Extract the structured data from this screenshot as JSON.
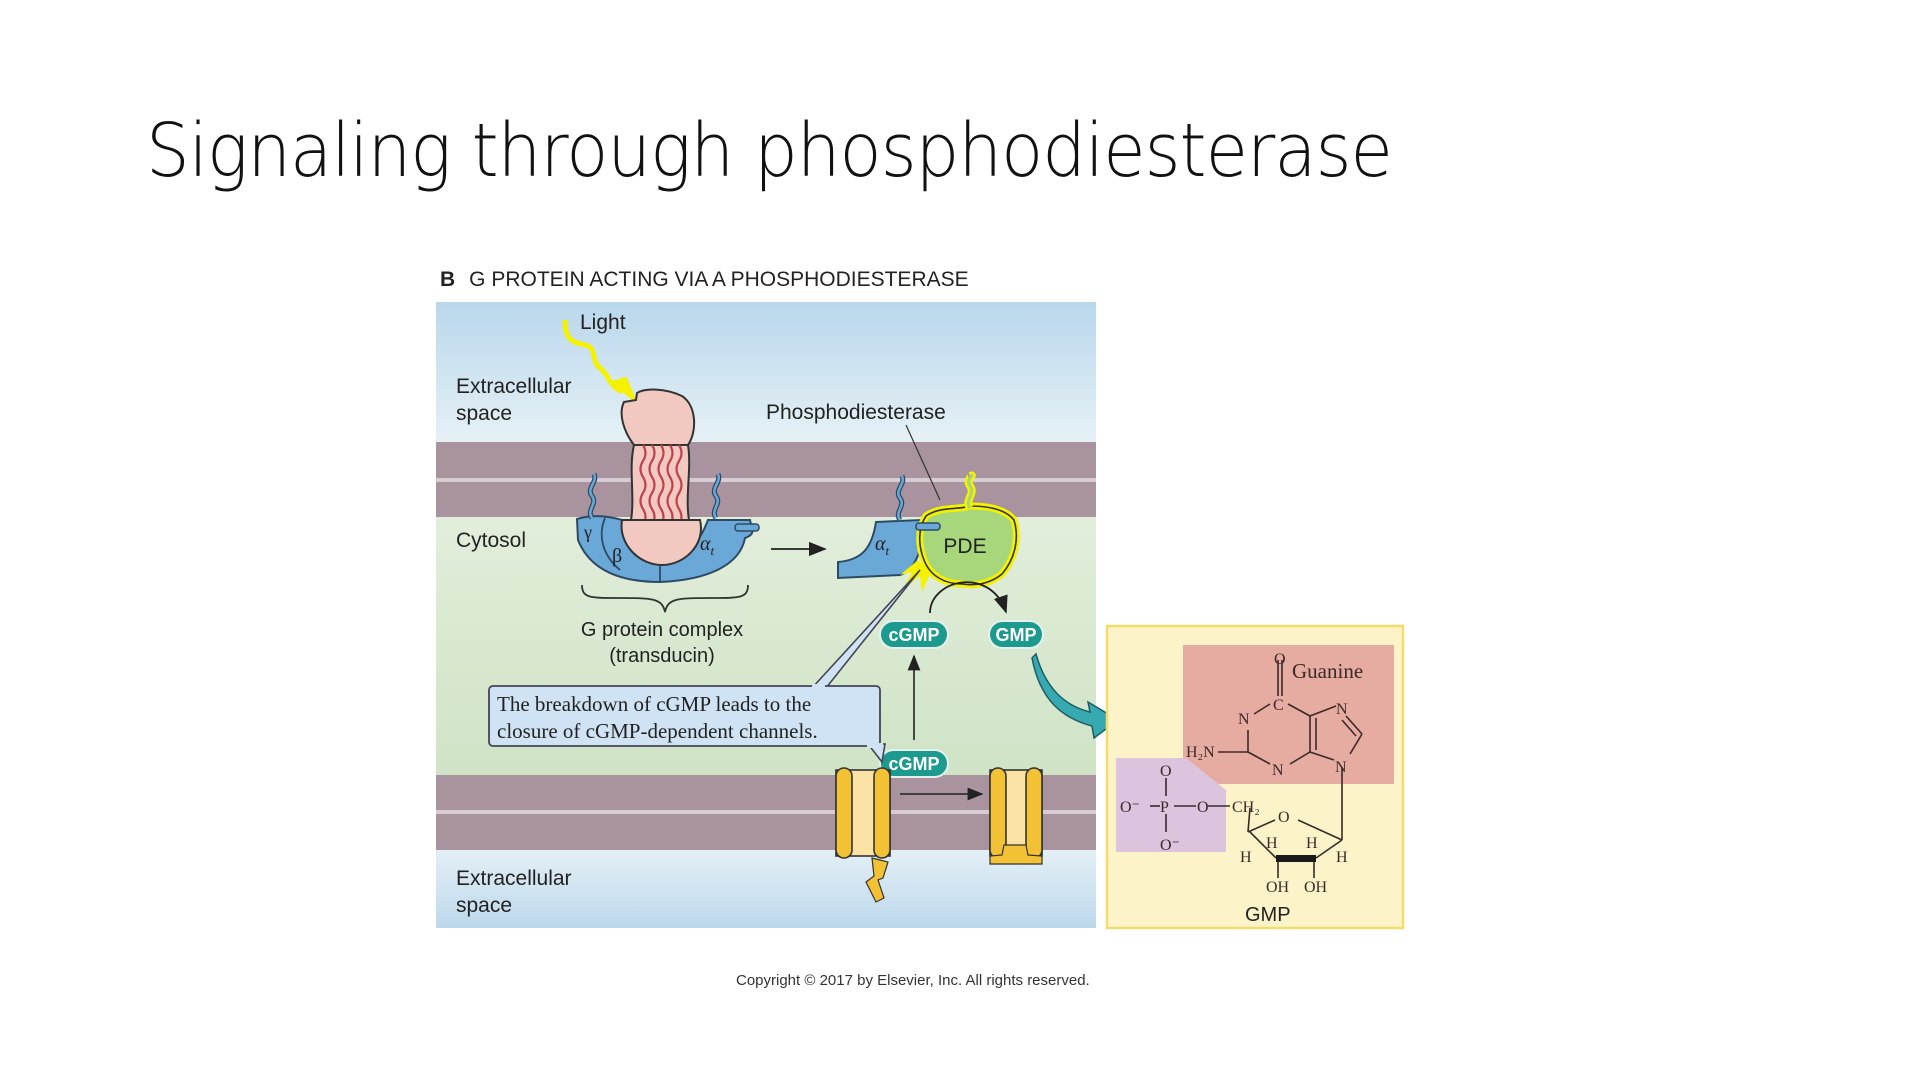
{
  "slide": {
    "title": "Signaling through phosphodiesterase"
  },
  "figure": {
    "panel_letter": "B",
    "panel_title": "G PROTEIN ACTING VIA A PHOSPHODIESTERASE",
    "labels": {
      "light": "Light",
      "extracellular_top_line1": "Extracellular",
      "extracellular_top_line2": "space",
      "cytosol": "Cytosol",
      "extracellular_bottom_line1": "Extracellular",
      "extracellular_bottom_line2": "space",
      "phosphodiesterase": "Phosphodiesterase",
      "pde": "PDE",
      "gamma": "γ",
      "beta": "β",
      "alpha_t": "α",
      "alpha_sub": "t",
      "g_protein_complex_line1": "G protein complex",
      "g_protein_complex_line2": "(transducin)",
      "cgmp_top": "cGMP",
      "gmp": "GMP",
      "cgmp_bottom": "cGMP"
    },
    "callout": {
      "line1": "The breakdown of cGMP leads to the",
      "line2": "closure of cGMP-dependent channels."
    },
    "gmp_structure": {
      "guanine_label": "Guanine",
      "molecule_label": "GMP",
      "atoms": {
        "o_carbonyl": "O",
        "c": "C",
        "n1": "N",
        "n7": "N",
        "n3": "N",
        "n9": "N",
        "h2n": "H₂N",
        "p_o_top": "O",
        "p_o_minus_left": "O⁻",
        "p": "P",
        "p_o_bridge": "O",
        "ch2": "CH₂",
        "p_o_minus_bottom": "O⁻",
        "ring_o": "O",
        "h_left": "H",
        "h_inner_left": "H",
        "h_inner_right": "H",
        "h_right": "H",
        "oh_left": "OH",
        "oh_right": "OH"
      }
    },
    "colors": {
      "extracellular_top": "#bcd9ec",
      "membrane": "#a8939f",
      "cytosol": "#d4e6cc",
      "g_protein_blue": "#6aa8d8",
      "receptor_pink": "#f1c9c0",
      "pde_green": "#a8d67a",
      "light_yellow": "#f5f200",
      "cgmp_teal": "#1c9a8e",
      "channel_gold": "#f2c234",
      "gmp_box_fill": "#fcf3c9",
      "guanine_fill": "#e6aba1",
      "phosphate_fill": "#dcc4df"
    }
  },
  "copyright": "Copyright © 2017 by Elsevier, Inc. All rights reserved."
}
